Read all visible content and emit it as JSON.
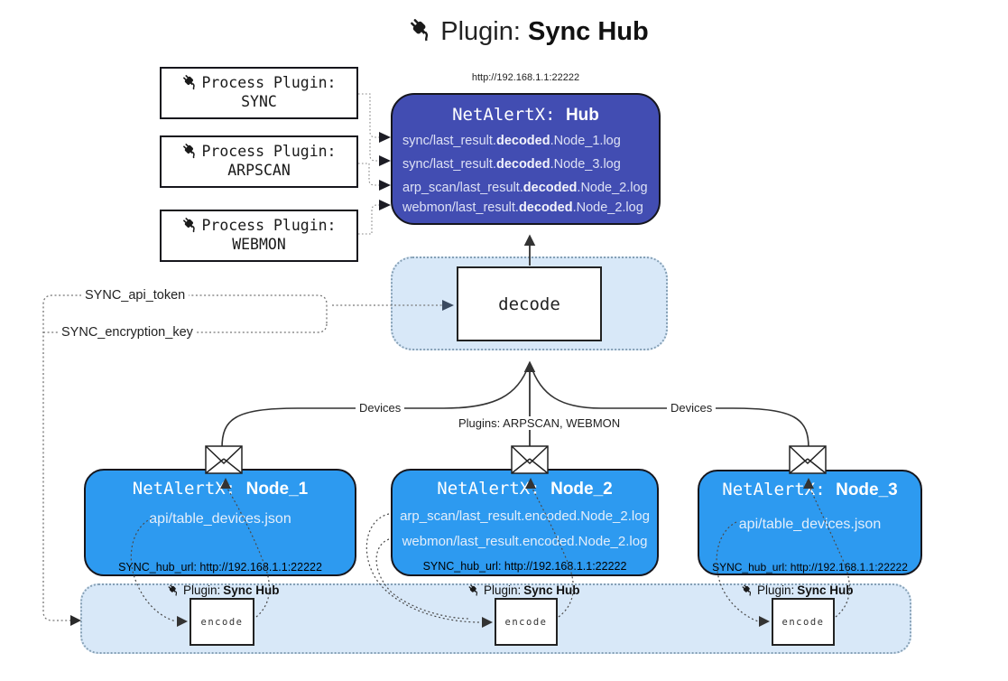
{
  "title": {
    "prefix": "Plugin:",
    "name": "Sync Hub"
  },
  "hub": {
    "url": "http://192.168.1.1:22222",
    "title_prefix": "NetAlertX: ",
    "title_bold": "Hub",
    "lines": [
      {
        "pre": "sync/last_result.",
        "bold": "decoded",
        "post": ".Node_1.log"
      },
      {
        "pre": "sync/last_result.",
        "bold": "decoded",
        "post": ".Node_3.log"
      },
      {
        "pre": "arp_scan/last_result.",
        "bold": "decoded",
        "post": ".Node_2.log"
      },
      {
        "pre": "webmon/last_result.",
        "bold": "decoded",
        "post": ".Node_2.log"
      }
    ]
  },
  "process_plugins": [
    {
      "label": "Process Plugin:",
      "name": "SYNC"
    },
    {
      "label": "Process Plugin:",
      "name": "ARPSCAN"
    },
    {
      "label": "Process Plugin:",
      "name": "WEBMON"
    }
  ],
  "settings": {
    "api_token": "SYNC_api_token",
    "encryption_key": "SYNC_encryption_key"
  },
  "decode": {
    "label": "decode"
  },
  "edges": {
    "devices_left": "Devices",
    "devices_right": "Devices",
    "plugins_center": "Plugins: ARPSCAN, WEBMON"
  },
  "nodes": [
    {
      "title_prefix": "NetAlertX: ",
      "title_bold": "Node_1",
      "lines": [
        "api/table_devices.json"
      ],
      "hub_url": "SYNC_hub_url: http://192.168.1.1:22222"
    },
    {
      "title_prefix": "NetAlertX: ",
      "title_bold": "Node_2",
      "lines": [
        "arp_scan/last_result.encoded.Node_2.log",
        "webmon/last_result.encoded.Node_2.log"
      ],
      "hub_url": "SYNC_hub_url: http://192.168.1.1:22222"
    },
    {
      "title_prefix": "NetAlertX: ",
      "title_bold": "Node_3",
      "lines": [
        "api/table_devices.json"
      ],
      "hub_url": "SYNC_hub_url: http://192.168.1.1:22222"
    }
  ],
  "encoders": [
    {
      "plugin_prefix": "Plugin: ",
      "plugin_bold": "Sync Hub",
      "label": "encode"
    },
    {
      "plugin_prefix": "Plugin: ",
      "plugin_bold": "Sync Hub",
      "label": "encode"
    },
    {
      "plugin_prefix": "Plugin: ",
      "plugin_bold": "Sync Hub",
      "label": "encode"
    }
  ],
  "icons": {
    "plug": "plug-icon",
    "envelope": "envelope-icon"
  },
  "colors": {
    "hub_bg": "#424db2",
    "node_bg": "#2d9af0",
    "panel_bg": "#d8e8f8",
    "panel_border": "#86a0b5",
    "line_dark": "#333333"
  }
}
